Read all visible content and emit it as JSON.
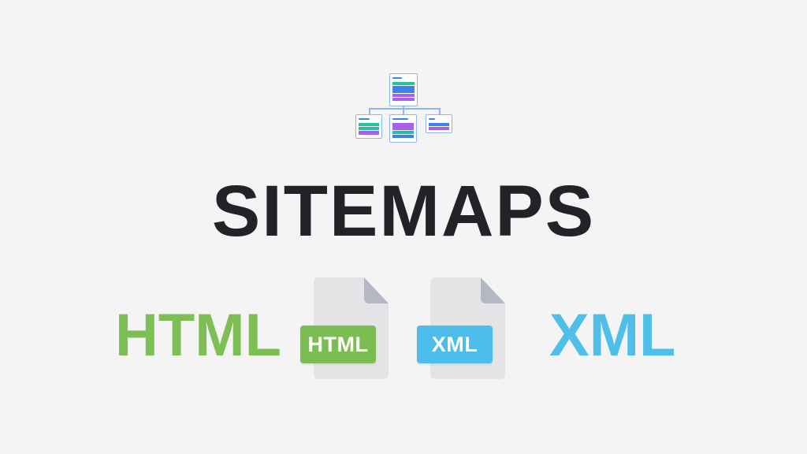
{
  "title": "SITEMAPS",
  "icon": {
    "name": "sitemap-hierarchy-icon",
    "colors": {
      "border": "#8fb6f0",
      "blue": "#3b82f0",
      "green": "#22c29a",
      "purple": "#a561e8"
    }
  },
  "formats": {
    "html": {
      "word": "HTML",
      "file_label": "HTML",
      "color": "#7dbe55"
    },
    "xml": {
      "word": "XML",
      "file_label": "XML",
      "color": "#4fbfe9"
    }
  },
  "background": "#f4f4f4",
  "text_color": "#222228"
}
